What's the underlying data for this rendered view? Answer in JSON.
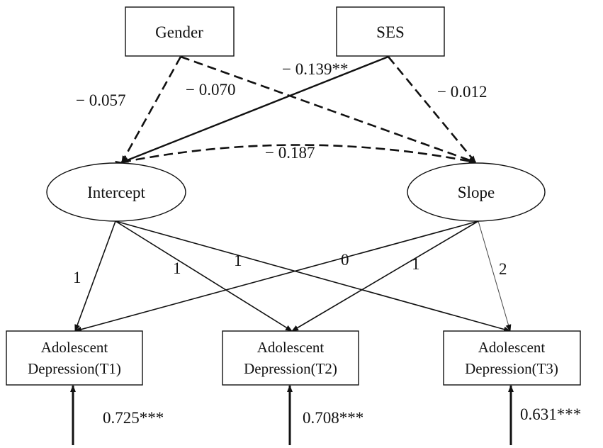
{
  "nodes": {
    "gender": "Gender",
    "ses": "SES",
    "intercept": "Intercept",
    "slope": "Slope",
    "t1_line1": "Adolescent",
    "t1_line2": "Depression(T1)",
    "t2_line1": "Adolescent",
    "t2_line2": "Depression(T2)",
    "t3_line1": "Adolescent",
    "t3_line2": "Depression(T3)"
  },
  "coefficients": {
    "gender_to_intercept": "− 0.057",
    "gender_to_slope": "− 0.070",
    "ses_to_intercept": "− 0.139**",
    "ses_to_slope": "− 0.012",
    "intercept_slope_cov": "− 0.187"
  },
  "loadings": {
    "intercept_t1": "1",
    "intercept_t2": "1",
    "intercept_t3": "1",
    "slope_t1": "0",
    "slope_t2": "1",
    "slope_t3": "2"
  },
  "residuals": {
    "t1": "0.725***",
    "t2": "0.708***",
    "t3": "0.631***"
  },
  "colors": {
    "ink": "#111111",
    "background": "#ffffff"
  }
}
